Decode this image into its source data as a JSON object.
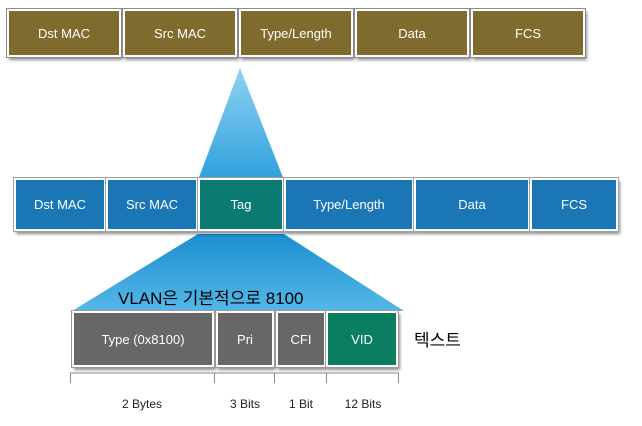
{
  "top_frame": {
    "fields": [
      {
        "label": "Dst MAC"
      },
      {
        "label": "Src MAC"
      },
      {
        "label": "Type/Length"
      },
      {
        "label": "Data"
      },
      {
        "label": "FCS"
      }
    ]
  },
  "tagged_frame": {
    "fields": [
      {
        "label": "Dst MAC"
      },
      {
        "label": "Src MAC"
      },
      {
        "label": "Tag"
      },
      {
        "label": "Type/Length"
      },
      {
        "label": "Data"
      },
      {
        "label": "FCS"
      }
    ]
  },
  "tag_detail": {
    "note": "VLAN은 기본적으로 8100",
    "fields": [
      {
        "label": "Type (0x8100)",
        "size": "2 Bytes"
      },
      {
        "label": "Pri",
        "size": "3 Bits"
      },
      {
        "label": "CFI",
        "size": "1 Bit"
      },
      {
        "label": "VID",
        "size": "12 Bits"
      }
    ],
    "side_text": "텍스트"
  },
  "colors": {
    "original_frame": "#7f6b2e",
    "tagged_frame": "#1b76b6",
    "tag_field": "#0a7a72",
    "tag_detail": "#676767",
    "vid_field": "#0b7e62",
    "expansion": "#4fb4e4"
  }
}
